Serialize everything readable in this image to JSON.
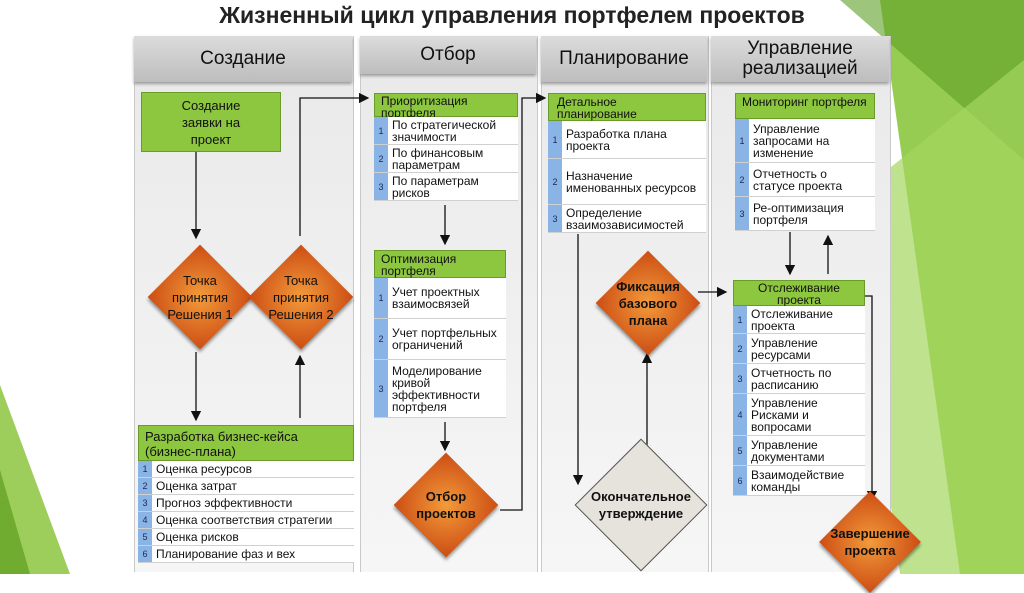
{
  "title": "Жизненный цикл управления портфелем проектов",
  "columns": {
    "create": "Создание",
    "select": "Отбор",
    "plan": "Планирование",
    "exec": "Управление реализацией"
  },
  "create": {
    "request_box": "Создание заявки на проект",
    "decision1": "Точка принятия Решения 1",
    "decision2": "Точка принятия Решения 2",
    "bizcase_title": "Разработка бизнес-кейса (бизнес-плана)",
    "bizcase_items": [
      {
        "n": "1",
        "t": "Оценка ресурсов"
      },
      {
        "n": "2",
        "t": "Оценка затрат"
      },
      {
        "n": "3",
        "t": "Прогноз эффективности"
      },
      {
        "n": "4",
        "t": "Оценка соответствия стратегии"
      },
      {
        "n": "5",
        "t": "Оценка рисков"
      },
      {
        "n": "6",
        "t": "Планирование фаз и вех"
      }
    ]
  },
  "select": {
    "prio_title": "Приоритизация портфеля",
    "prio_items": [
      {
        "n": "1",
        "t": "По стратегической значимости"
      },
      {
        "n": "2",
        "t": "По финансовым параметрам"
      },
      {
        "n": "3",
        "t": "По параметрам рисков"
      }
    ],
    "opt_title": "Оптимизация портфеля",
    "opt_items": [
      {
        "n": "1",
        "t": "Учет проектных взаимосвязей"
      },
      {
        "n": "2",
        "t": "Учет портфельных ограничений"
      },
      {
        "n": "3",
        "t": "Моделирование кривой эффективности портфеля"
      }
    ],
    "decision": "Отбор проектов"
  },
  "plan": {
    "detail_title": "Детальное планирование",
    "detail_items": [
      {
        "n": "1",
        "t": "Разработка плана проекта"
      },
      {
        "n": "2",
        "t": "Назначение именованных ресурсов"
      },
      {
        "n": "3",
        "t": "Определение взаимозависимостей"
      }
    ],
    "baseline": "Фиксация базового плана",
    "approval": "Окончательное утверждение"
  },
  "exec": {
    "monitor_title": "Мониторинг портфеля",
    "monitor_items": [
      {
        "n": "1",
        "t": "Управление запросами на изменение"
      },
      {
        "n": "2",
        "t": "Отчетность о статусе проекта"
      },
      {
        "n": "3",
        "t": "Ре-оптимизация портфеля"
      }
    ],
    "track_title": "Отслеживание проекта",
    "track_items": [
      {
        "n": "1",
        "t": "Отслеживание проекта"
      },
      {
        "n": "2",
        "t": "Управление ресурсами"
      },
      {
        "n": "3",
        "t": "Отчетность по расписанию"
      },
      {
        "n": "4",
        "t": "Управление Рисками и вопросами"
      },
      {
        "n": "5",
        "t": "Управление документами"
      },
      {
        "n": "6",
        "t": "Взаимодействие команды"
      }
    ],
    "complete": "Завершение проекта"
  },
  "colors": {
    "green_box": "#8dc63f",
    "number_cell": "#8ab4e6",
    "diamond_orange": "#e06a22",
    "header_grey": "#c8c8c8"
  }
}
